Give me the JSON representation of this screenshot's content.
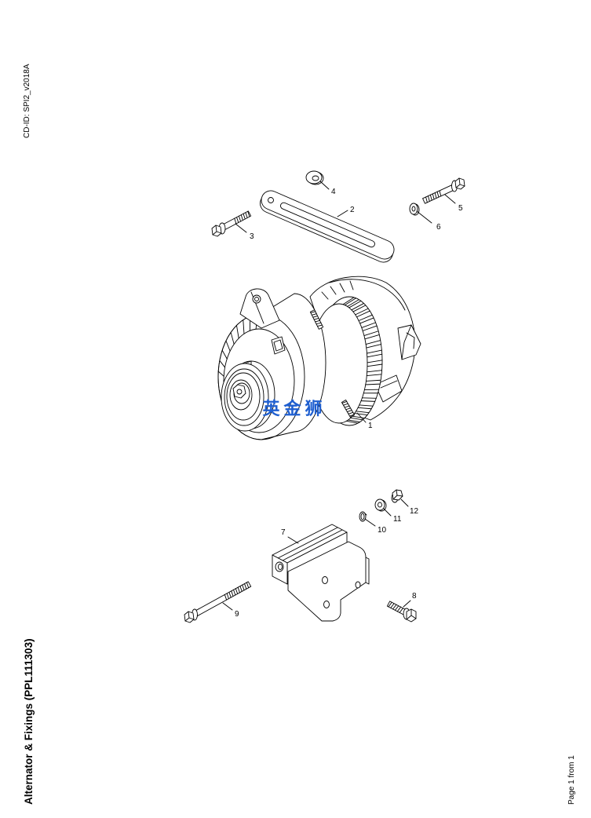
{
  "header": {
    "cd_id": "CD-ID: SPI2_v2018A"
  },
  "title": "Alternator & Fixings (PPL111303)",
  "footer": {
    "page": "Page 1 from 1"
  },
  "watermark": "英金狮",
  "callouts": [
    "1",
    "2",
    "3",
    "4",
    "5",
    "6",
    "7",
    "8",
    "9",
    "10",
    "11",
    "12"
  ],
  "colors": {
    "line": "#000000",
    "watermark": "#1f5fd0",
    "background": "#ffffff"
  }
}
